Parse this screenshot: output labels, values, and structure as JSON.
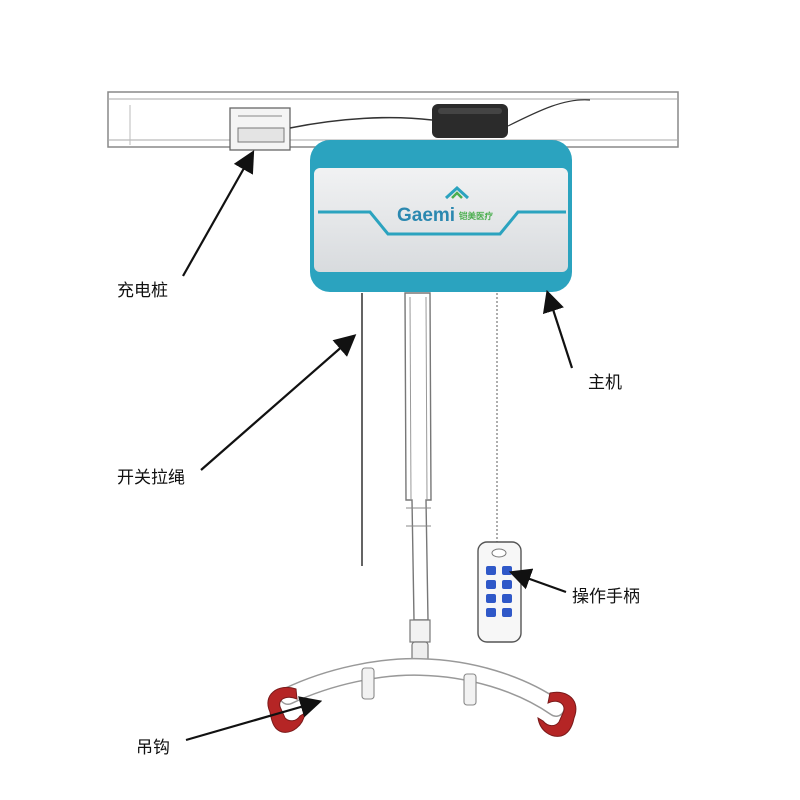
{
  "brand": {
    "logo_text": "Gaemi",
    "logo_subtext": "铠美医疗",
    "colors": {
      "body_light": "#e6e8ea",
      "accent_teal": "#2ba3bf",
      "accent_green": "#4caf50",
      "hook_red": "#b52525",
      "remote_blue": "#2f58c8"
    }
  },
  "labels": {
    "charging_dock": "充电桩",
    "main_unit": "主机",
    "switch_cord": "开关拉绳",
    "handset": "操作手柄",
    "hook": "吊钩"
  },
  "icons": [
    "arrow-icon",
    "remote-button-icon"
  ]
}
